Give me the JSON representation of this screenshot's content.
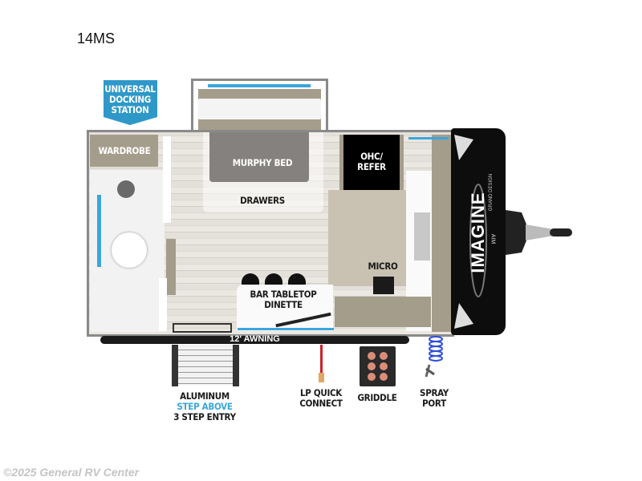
{
  "title": "14MS",
  "badge": {
    "line1": "UNIVERSAL",
    "line2": "DOCKING",
    "line3": "STATION",
    "color": "#2e98c9"
  },
  "rooms": {
    "wardrobe": "WARDROBE",
    "murphy_bed": "MURPHY BED",
    "drawers": "DRAWERS",
    "ohc_refer_1": "OHC/",
    "ohc_refer_2": "REFER",
    "micro": "MICRO",
    "dinette_1": "BAR TABLETOP",
    "dinette_2": "DINETTE"
  },
  "awning": "12' AWNING",
  "exterior": {
    "step_1": "ALUMINUM",
    "step_2": "STEP ABOVE",
    "step_3": "3 STEP ENTRY",
    "lp_1": "LP QUICK",
    "lp_2": "CONNECT",
    "griddle": "GRIDDLE",
    "spray_1": "SPRAY",
    "spray_2": "PORT"
  },
  "brand": {
    "name": "IMAGINE",
    "sub": "AIM",
    "maker": "GRAND DESIGN"
  },
  "watermark": "©2025 General RV Center",
  "colors": {
    "accent_blue": "#3aa6dc",
    "lp_line": "#d0202a",
    "cap": "#0d0d0d"
  }
}
